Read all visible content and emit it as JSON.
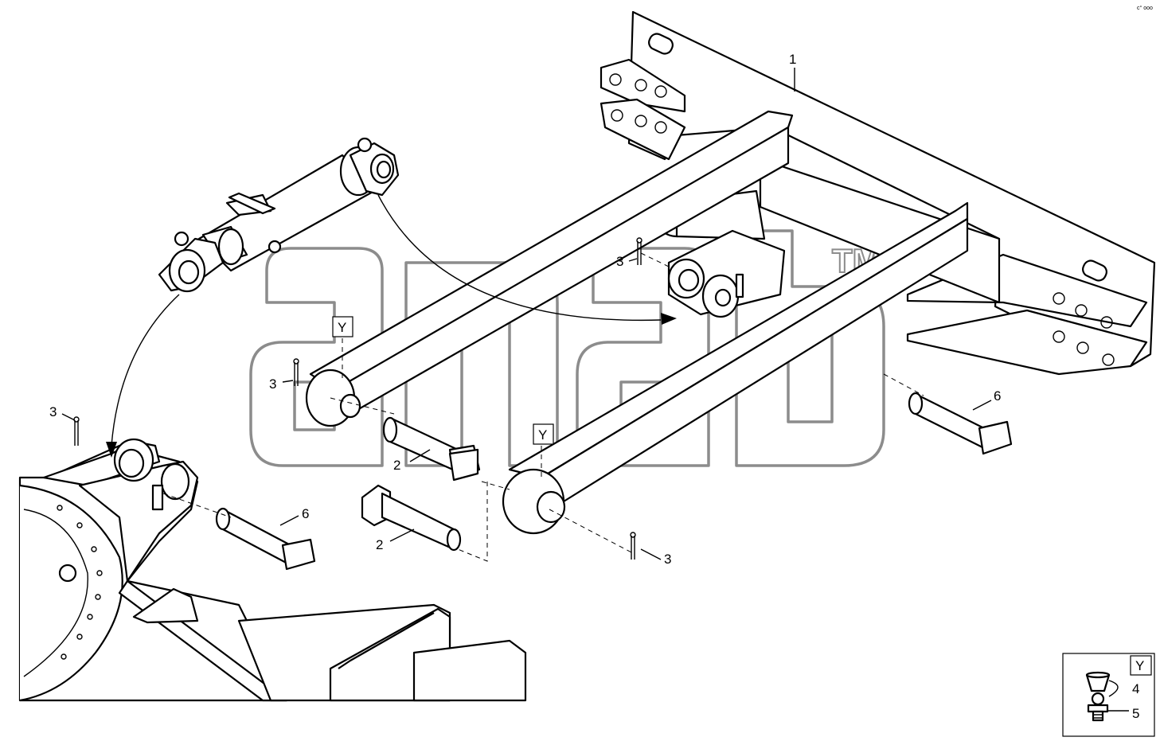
{
  "corner_mark": "c° ooo",
  "watermark": {
    "text": "anab",
    "tm": "TM"
  },
  "callouts": {
    "c1": "1",
    "c2a": "2",
    "c2b": "2",
    "c3a": "3",
    "c3b": "3",
    "c3c": "3",
    "c3d": "3",
    "c6a": "6",
    "c6b": "6"
  },
  "detail_marks": {
    "y1": "Y",
    "y2": "Y"
  },
  "inset": {
    "label": "Y",
    "item_top": "4",
    "item_bottom": "5"
  }
}
